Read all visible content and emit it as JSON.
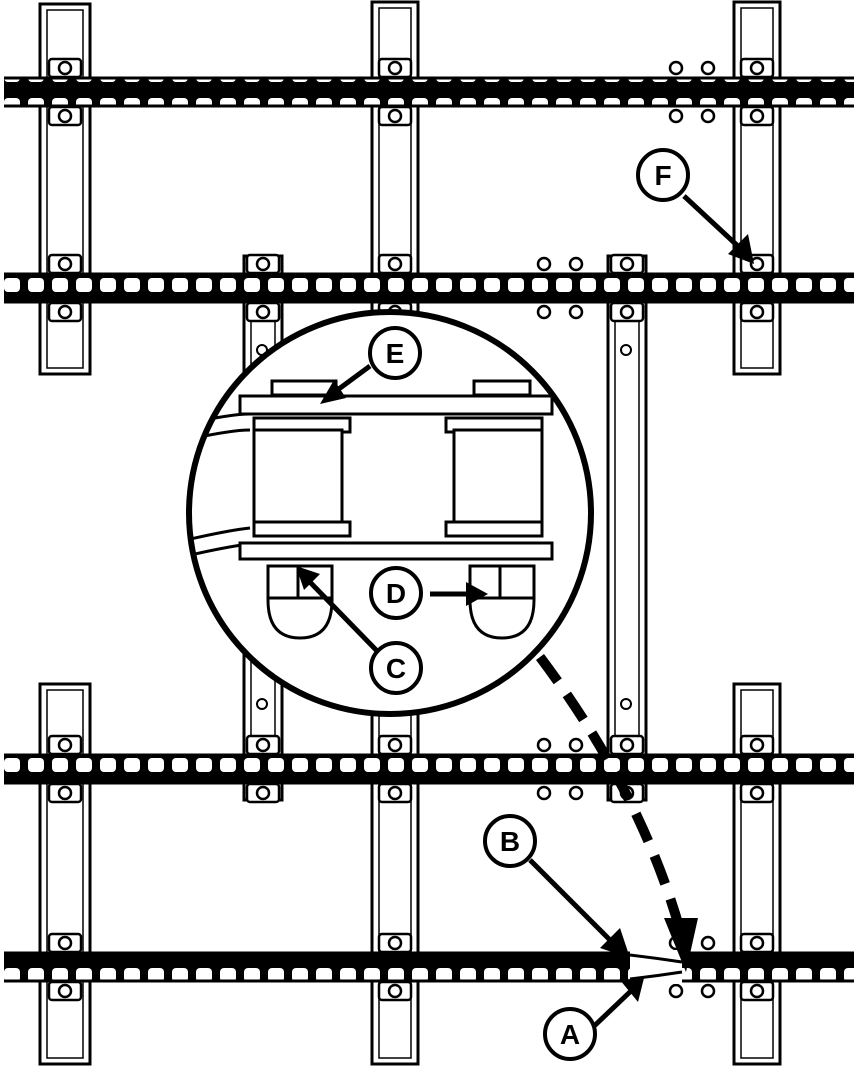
{
  "colors": {
    "ink": "#000000",
    "paper": "#ffffff"
  },
  "callouts": {
    "a": "A",
    "b": "B",
    "c": "C",
    "d": "D",
    "e": "E",
    "f": "F"
  }
}
